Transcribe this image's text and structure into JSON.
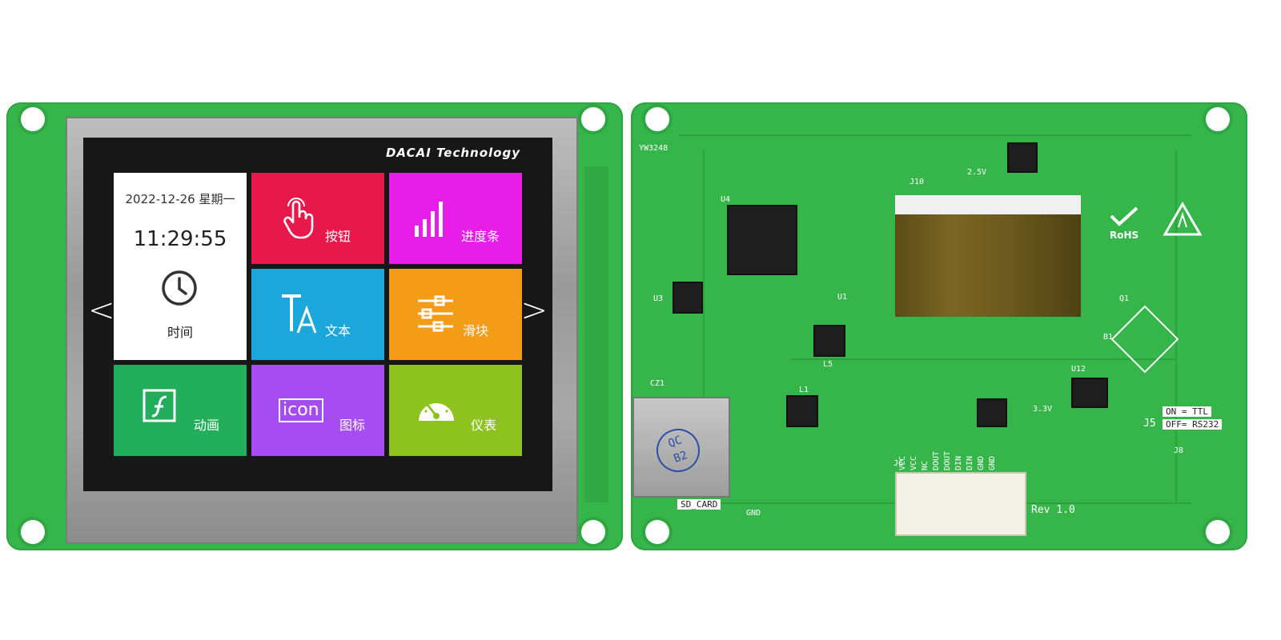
{
  "screen": {
    "brand": "DACAI Technology",
    "nav": {
      "prev": "<",
      "next": ">"
    },
    "clock": {
      "date": "2022-12-26 星期一",
      "time": "11:29:55",
      "label": "时间"
    },
    "tiles": [
      {
        "id": "button",
        "label": "按钮",
        "color": "#e8194a",
        "icon": "hand-pointer-icon"
      },
      {
        "id": "progress",
        "label": "进度条",
        "color": "#e61ee8",
        "icon": "signal-bars-icon"
      },
      {
        "id": "text",
        "label": "文本",
        "color": "#1ba6dc",
        "icon": "text-ta-icon"
      },
      {
        "id": "slider",
        "label": "滑块",
        "color": "#f49b18",
        "icon": "sliders-icon"
      },
      {
        "id": "animation",
        "label": "动画",
        "color": "#22ae5a",
        "icon": "flash-icon"
      },
      {
        "id": "icon",
        "label": "图标",
        "color": "#a54cf2",
        "icon": "icon-text-icon",
        "icon_text": "icon"
      },
      {
        "id": "gauge",
        "label": "仪表",
        "color": "#8dc21f",
        "icon": "gauge-icon"
      }
    ]
  },
  "pcb": {
    "labels": {
      "model": "YW3248",
      "rohs": "RoHS",
      "ttl": "ON = TTL",
      "j5": "J5",
      "rs232": "OFF= RS232",
      "sd_card": "SD_CARD",
      "gnd": "GND",
      "rev": "Rev 1.0",
      "j6": "J6",
      "j8": "J8",
      "j10": "J10",
      "cz1": "CZ1",
      "qc": "QC",
      "b2": "B2",
      "u1": "U1",
      "u3": "U3",
      "u4": "U4",
      "u12": "U12",
      "l1": "L1",
      "l5": "L5",
      "v33": "3.3V",
      "v25": "2.5V",
      "b1": "B1",
      "q1": "Q1"
    },
    "pins": [
      "VCC",
      "VCC",
      "NC",
      "DOUT",
      "DOUT",
      "DIN",
      "DIN",
      "GND",
      "GND"
    ],
    "colors": {
      "board": "#36b54a",
      "silk": "#ffffff"
    }
  }
}
